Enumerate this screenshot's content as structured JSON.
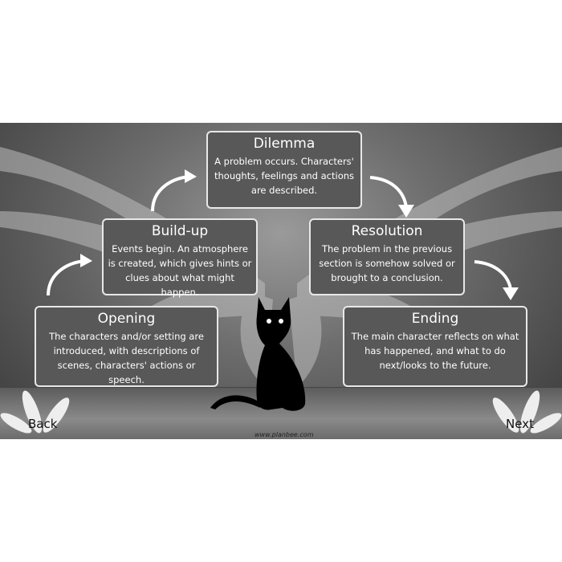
{
  "slide": {
    "boxes": {
      "dilemma": {
        "title": "Dilemma",
        "text": "A problem occurs. Characters' thoughts, feelings and actions are described."
      },
      "buildup": {
        "title": "Build-up",
        "text": "Events begin. An atmosphere is created, which gives hints or clues about what might happen."
      },
      "resolution": {
        "title": "Resolution",
        "text": "The problem in the previous section is somehow solved or brought to a conclusion."
      },
      "opening": {
        "title": "Opening",
        "text": "The characters and/or setting are introduced, with descriptions of scenes, characters' actions or speech."
      },
      "ending": {
        "title": "Ending",
        "text": "The main character reflects on what has happened, and what to do next/looks to the future."
      }
    },
    "nav": {
      "back": "Back",
      "next": "Next"
    },
    "footer_url": "www.planbee.com"
  }
}
